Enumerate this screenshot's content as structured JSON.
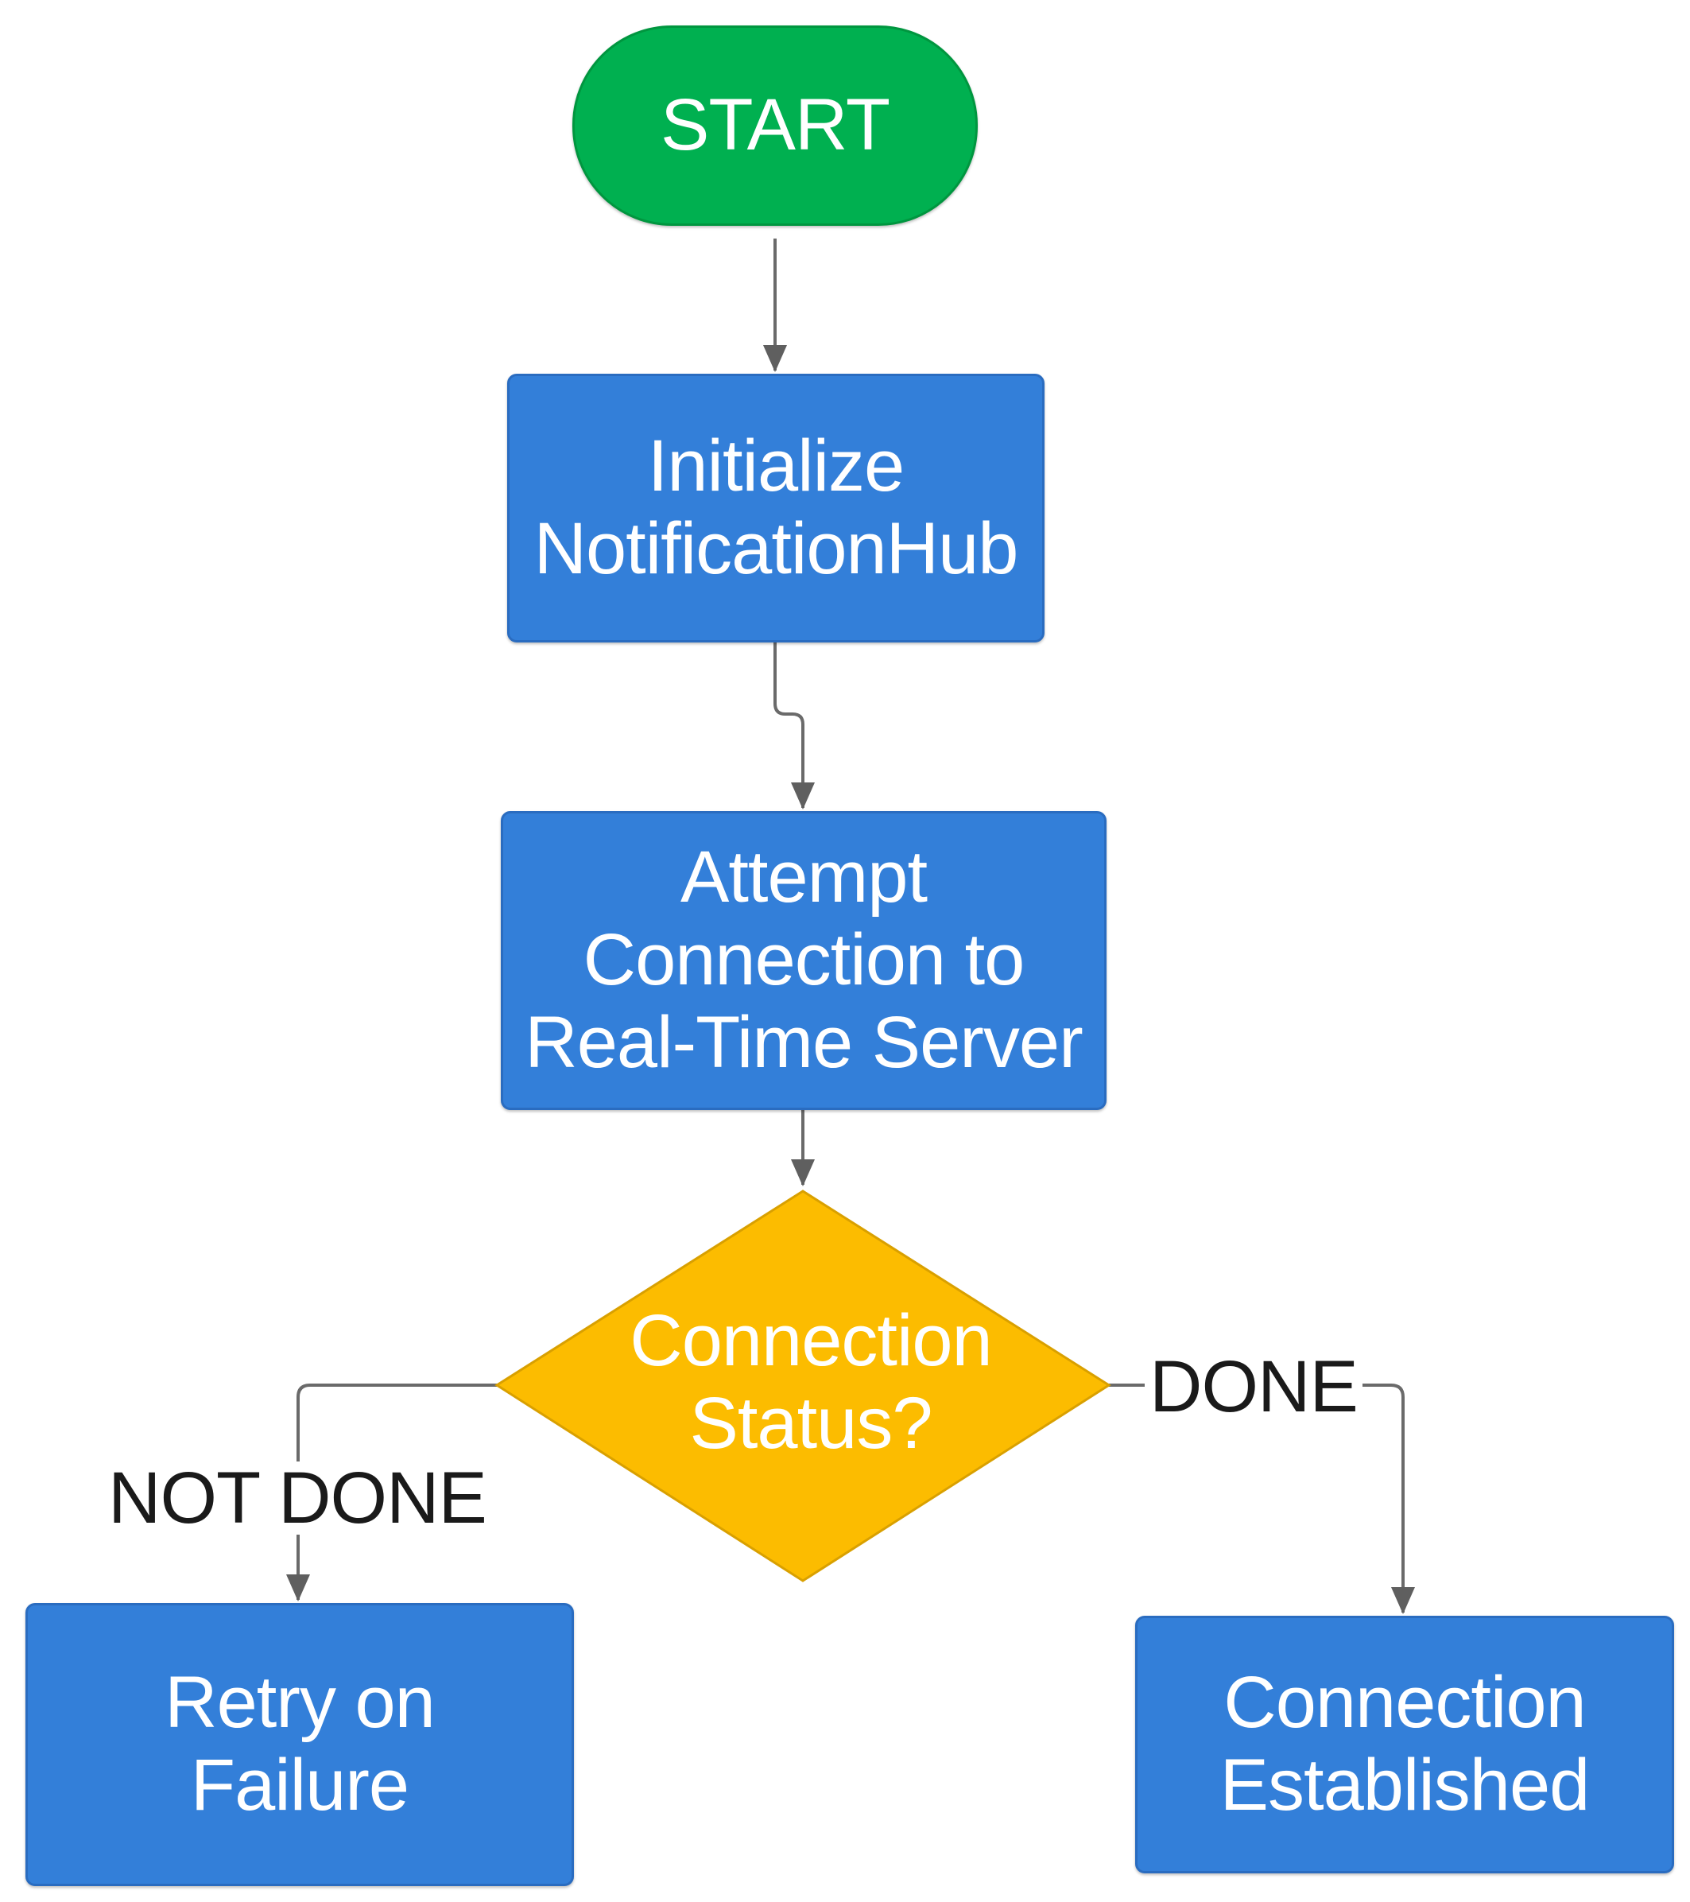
{
  "nodes": {
    "start": "START",
    "initialize": "Initialize\nNotificationHub",
    "attempt": "Attempt\nConnection to\nReal-Time Server",
    "decision": "Connection\nStatus?",
    "retry": "Retry on\nFailure",
    "established": "Connection\nEstablished"
  },
  "edges": {
    "not_done": "NOT DONE",
    "done": "DONE"
  },
  "colors": {
    "terminal": "#00b050",
    "process": "#337fd9",
    "decision": "#fcbc00",
    "connector": "#666666"
  }
}
